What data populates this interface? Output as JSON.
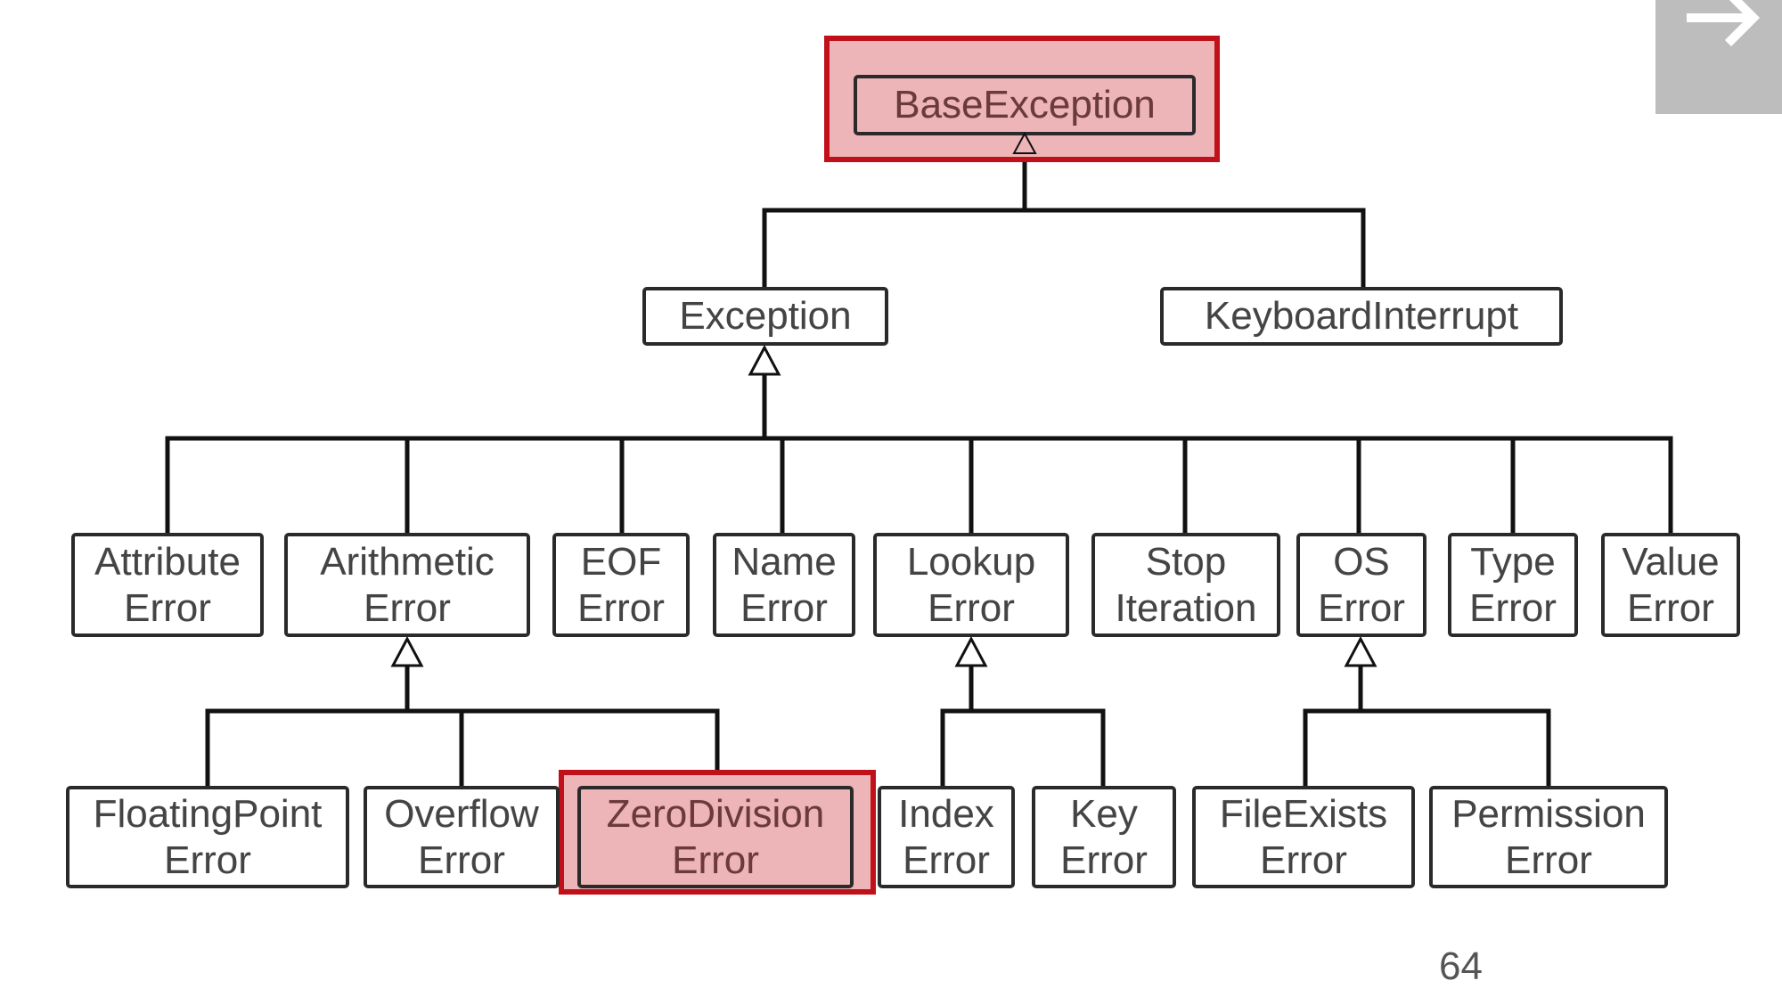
{
  "diagram": {
    "nodes": {
      "base_exception": [
        "BaseException"
      ],
      "exception": [
        "Exception"
      ],
      "keyboard_interrupt": [
        "KeyboardInterrupt"
      ],
      "attribute_error": [
        "Attribute",
        "Error"
      ],
      "arithmetic_error": [
        "Arithmetic",
        "Error"
      ],
      "eof_error": [
        "EOF",
        "Error"
      ],
      "name_error": [
        "Name",
        "Error"
      ],
      "lookup_error": [
        "Lookup",
        "Error"
      ],
      "stop_iteration": [
        "Stop",
        "Iteration"
      ],
      "os_error": [
        "OS",
        "Error"
      ],
      "type_error": [
        "Type",
        "Error"
      ],
      "value_error": [
        "Value",
        "Error"
      ],
      "floating_point_error": [
        "FloatingPoint",
        "Error"
      ],
      "overflow_error": [
        "Overflow",
        "Error"
      ],
      "zero_division_error": [
        "ZeroDivision",
        "Error"
      ],
      "index_error": [
        "Index",
        "Error"
      ],
      "key_error": [
        "Key",
        "Error"
      ],
      "file_exists_error": [
        "FileExists",
        "Error"
      ],
      "permission_error": [
        "Permission",
        "Error"
      ]
    },
    "highlighted": [
      "BaseException",
      "ZeroDivisionError"
    ],
    "highlight_color": "#c0101a",
    "highlight_fill": "#eeb5b8"
  },
  "page_number": "64",
  "corner_button_icon": "exit-arrow-icon"
}
